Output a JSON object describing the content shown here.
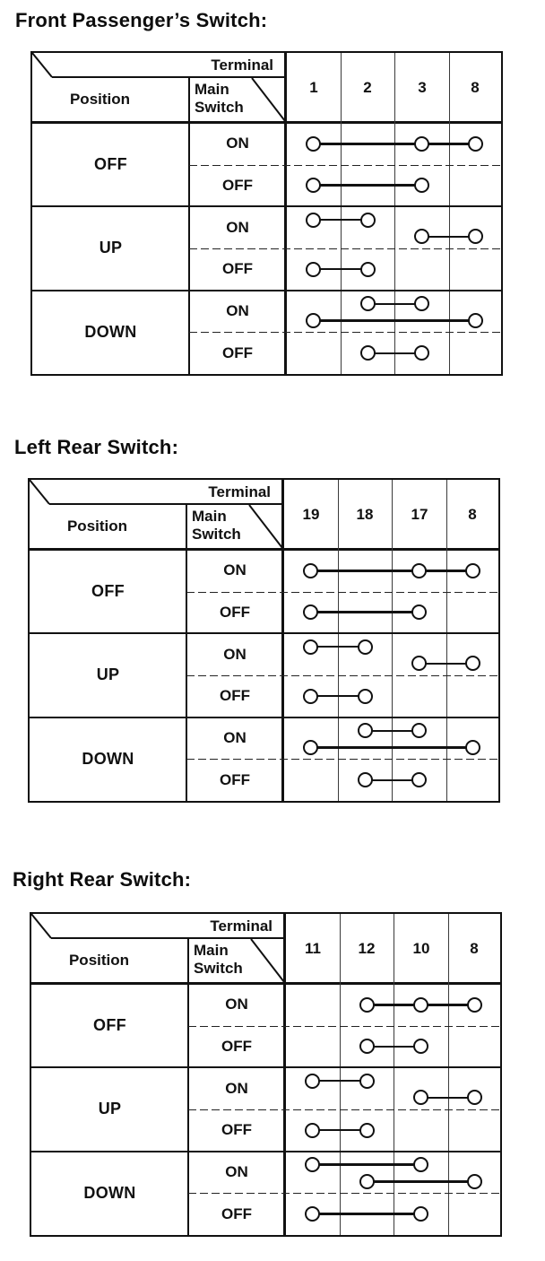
{
  "page": {
    "background": "#ffffff",
    "ink": "#111111"
  },
  "header_labels": {
    "terminal": "Terminal",
    "position": "Position",
    "main_switch": "Main Switch"
  },
  "tables": [
    {
      "title": "Front Passenger’s Switch:",
      "header": {
        "terminal": "Terminal",
        "position": "Position",
        "main_switch": "Main Switch"
      },
      "terminals": [
        "1",
        "2",
        "3",
        "8"
      ],
      "positions": [
        {
          "label": "OFF",
          "rows": [
            {
              "main_switch": "ON",
              "links": [
                [
                  0,
                  2,
                  3
                ]
              ]
            },
            {
              "main_switch": "OFF",
              "links": [
                [
                  0,
                  2
                ]
              ]
            }
          ]
        },
        {
          "label": "UP",
          "rows": [
            {
              "main_switch": "ON",
              "links": [
                [
                  0,
                  1
                ],
                [
                  2,
                  3
                ]
              ]
            },
            {
              "main_switch": "OFF",
              "links": [
                [
                  0,
                  1
                ]
              ]
            }
          ]
        },
        {
          "label": "DOWN",
          "rows": [
            {
              "main_switch": "ON",
              "links": [
                [
                  1,
                  2
                ],
                [
                  0,
                  3
                ]
              ]
            },
            {
              "main_switch": "OFF",
              "links": [
                [
                  1,
                  2
                ]
              ]
            }
          ]
        }
      ]
    },
    {
      "title": "Left Rear Switch:",
      "header": {
        "terminal": "Terminal",
        "position": "Position",
        "main_switch": "Main Switch"
      },
      "terminals": [
        "19",
        "18",
        "17",
        "8"
      ],
      "positions": [
        {
          "label": "OFF",
          "rows": [
            {
              "main_switch": "ON",
              "links": [
                [
                  0,
                  2,
                  3
                ]
              ]
            },
            {
              "main_switch": "OFF",
              "links": [
                [
                  0,
                  2
                ]
              ]
            }
          ]
        },
        {
          "label": "UP",
          "rows": [
            {
              "main_switch": "ON",
              "links": [
                [
                  0,
                  1
                ],
                [
                  2,
                  3
                ]
              ]
            },
            {
              "main_switch": "OFF",
              "links": [
                [
                  0,
                  1
                ]
              ]
            }
          ]
        },
        {
          "label": "DOWN",
          "rows": [
            {
              "main_switch": "ON",
              "links": [
                [
                  1,
                  2
                ],
                [
                  0,
                  3
                ]
              ]
            },
            {
              "main_switch": "OFF",
              "links": [
                [
                  1,
                  2
                ]
              ]
            }
          ]
        }
      ]
    },
    {
      "title": "Right Rear Switch:",
      "header": {
        "terminal": "Terminal",
        "position": "Position",
        "main_switch": "Main Switch"
      },
      "terminals": [
        "11",
        "12",
        "10",
        "8"
      ],
      "positions": [
        {
          "label": "OFF",
          "rows": [
            {
              "main_switch": "ON",
              "links": [
                [
                  1,
                  2,
                  3
                ]
              ]
            },
            {
              "main_switch": "OFF",
              "links": [
                [
                  1,
                  2
                ]
              ]
            }
          ]
        },
        {
          "label": "UP",
          "rows": [
            {
              "main_switch": "ON",
              "links": [
                [
                  0,
                  1
                ],
                [
                  2,
                  3
                ]
              ]
            },
            {
              "main_switch": "OFF",
              "links": [
                [
                  0,
                  1
                ]
              ]
            }
          ]
        },
        {
          "label": "DOWN",
          "rows": [
            {
              "main_switch": "ON",
              "links": [
                [
                  0,
                  2
                ],
                [
                  1,
                  3
                ]
              ]
            },
            {
              "main_switch": "OFF",
              "links": [
                [
                  0,
                  2
                ]
              ]
            }
          ]
        }
      ]
    }
  ]
}
